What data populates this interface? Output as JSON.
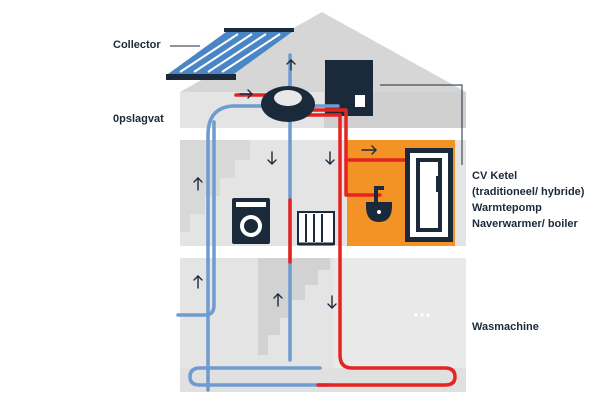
{
  "labels": {
    "collector": "Collector",
    "opslagvat": "0pslagvat",
    "cv_ketel": "CV Ketel",
    "traditioneel": "(traditioneel/ hybride)",
    "warmtepomp": "Warmtepomp",
    "naverwarmer": "Naverwarmer/ boiler",
    "wasmachine": "Wasmachine"
  },
  "colors": {
    "house": "#dcdcdc",
    "house_light": "#ececec",
    "roof": "#d3d3d3",
    "dark": "#1b2a3a",
    "hot_pipe": "#e52421",
    "cold_pipe": "#6f9bd1",
    "orange_room": "#f39325",
    "panel": "#4a86c5"
  },
  "icons": [
    "solar-collector-icon",
    "storage-tank-icon",
    "boiler-icon",
    "washing-machine-icon",
    "radiator-icon",
    "sink-icon",
    "shower-icon",
    "up-arrow-icon",
    "down-arrow-icon",
    "right-arrow-icon"
  ]
}
